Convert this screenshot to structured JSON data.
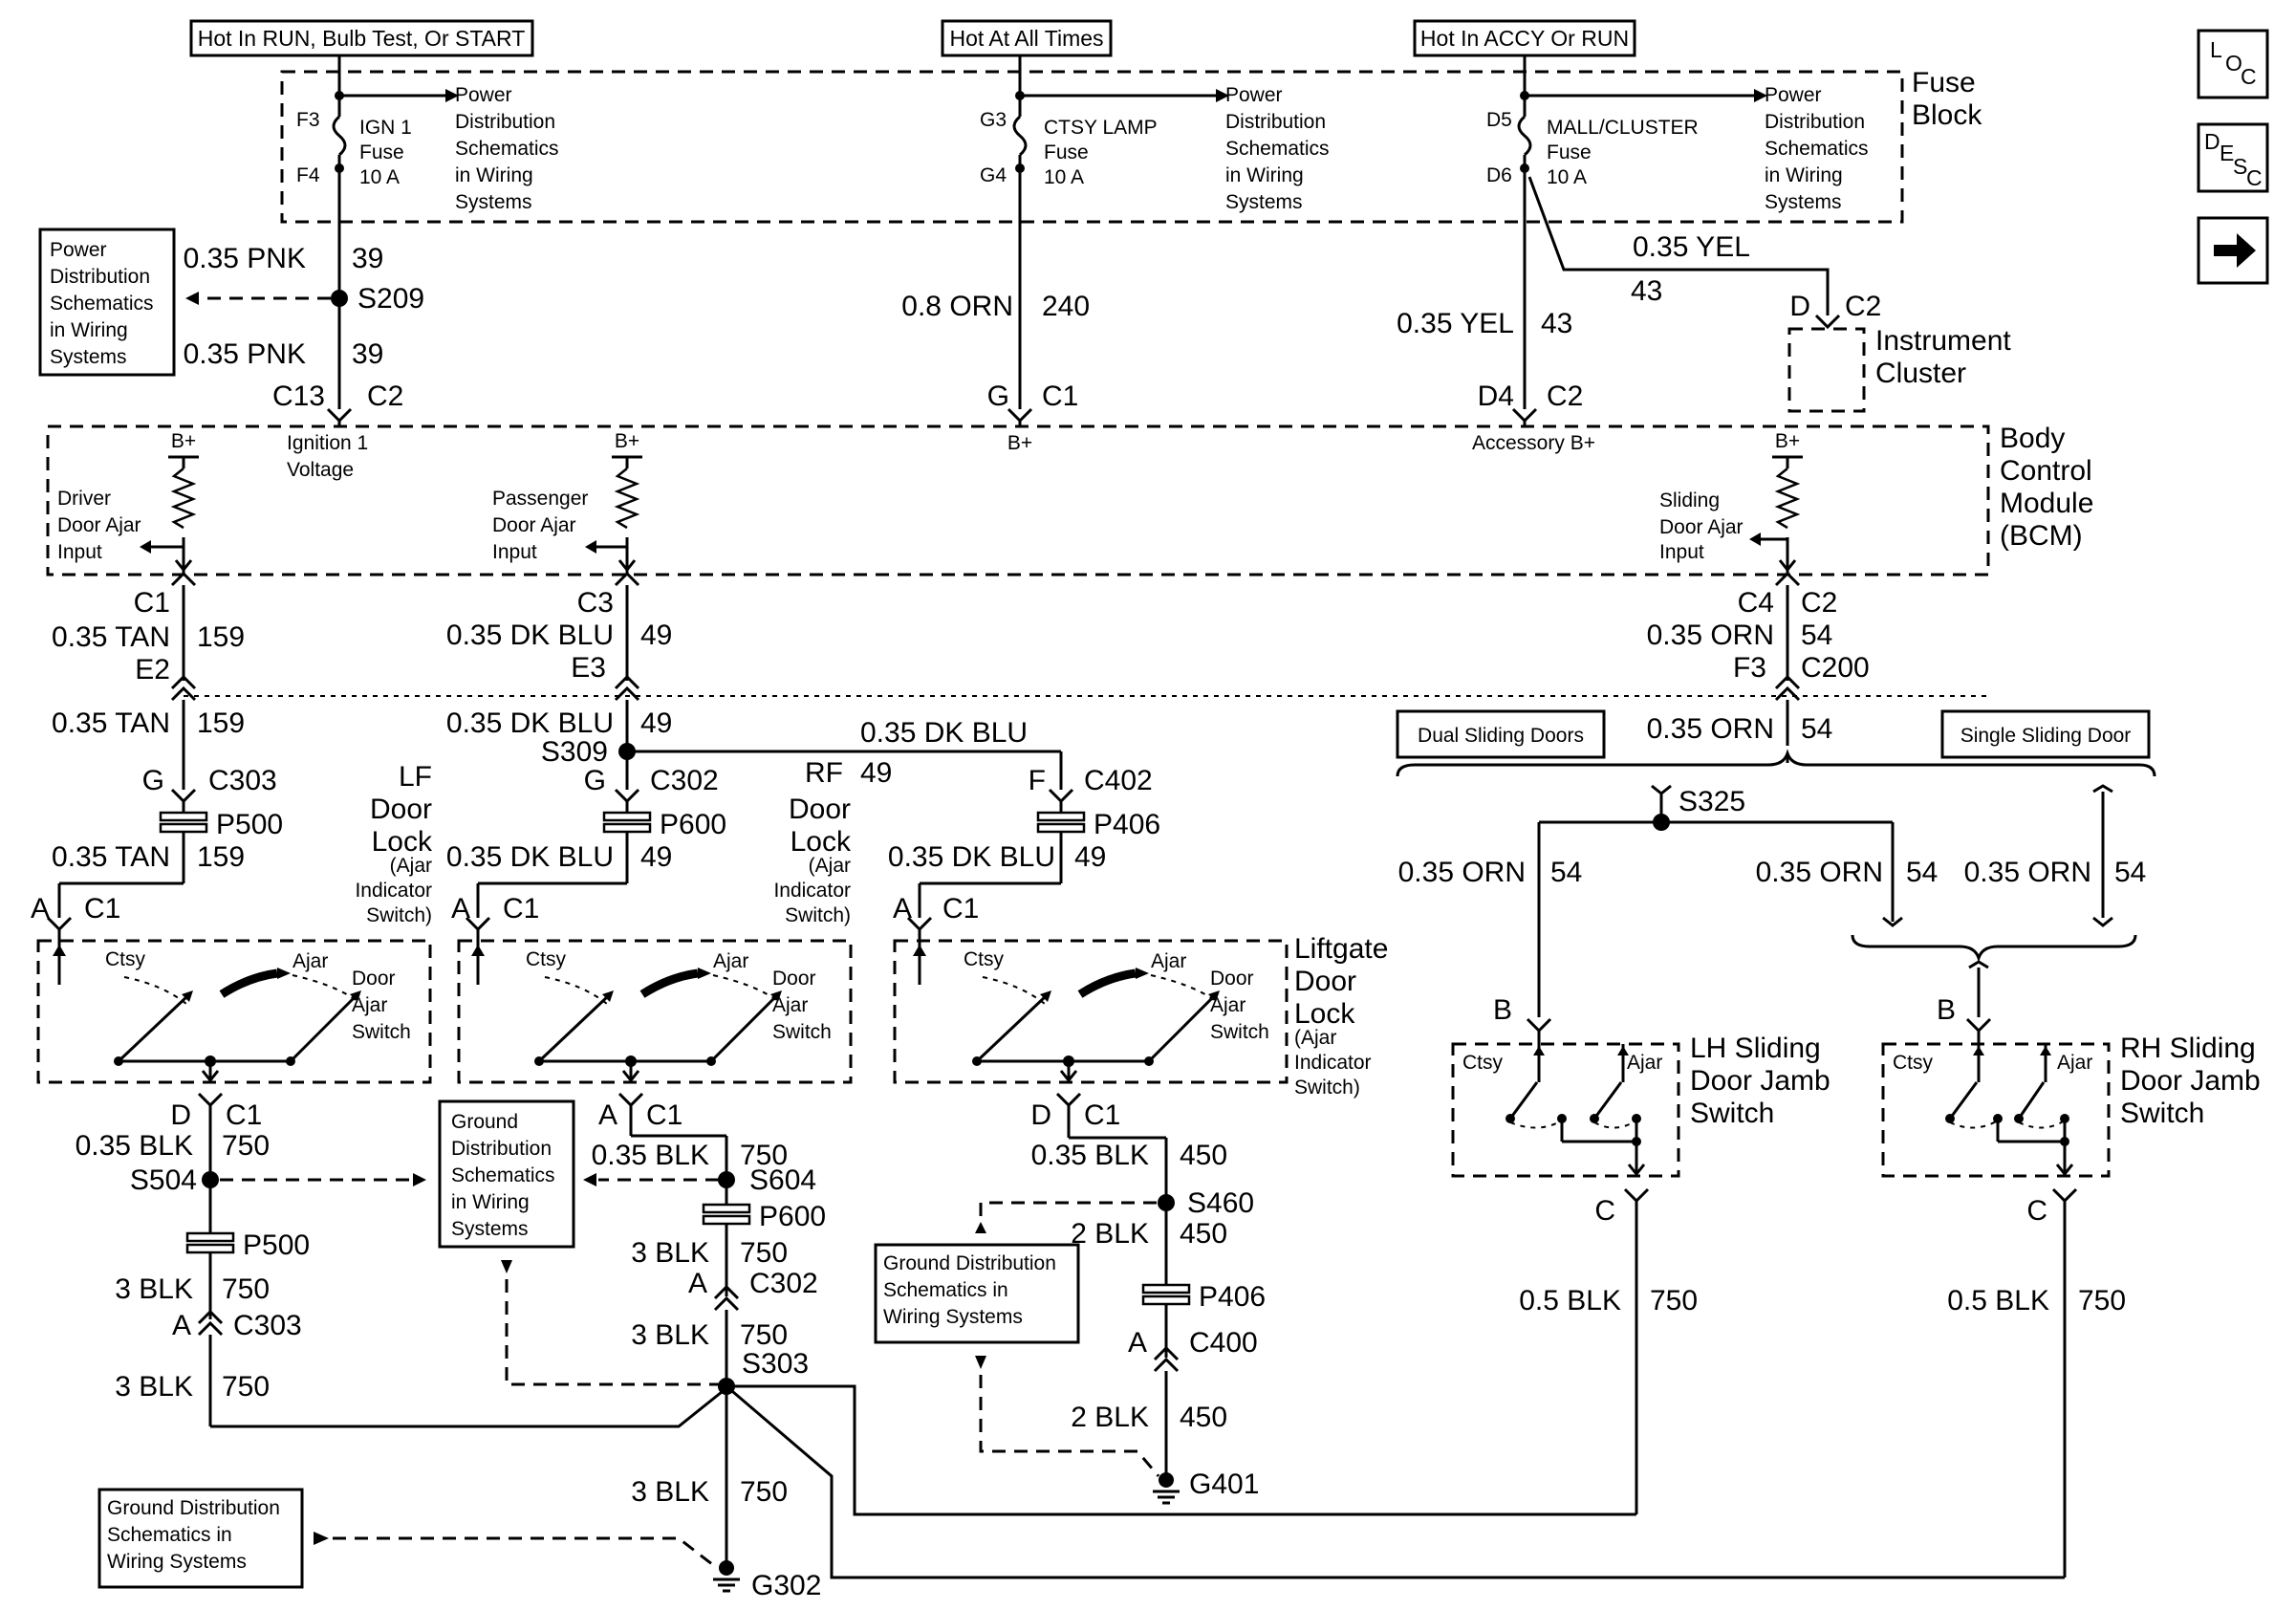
{
  "header": {
    "hot_run": "Hot In RUN, Bulb Test, Or START",
    "hot_all": "Hot At All Times",
    "hot_accy": "Hot In ACCY Or RUN"
  },
  "nav": {
    "loc_l": "L",
    "loc_o": "O",
    "loc_c": "C",
    "desc_d": "D",
    "desc_e": "E",
    "desc_s": "S",
    "desc_c": "C"
  },
  "fuse_block": {
    "title1": "Fuse",
    "title2": "Block",
    "f3": "F3",
    "f4": "F4",
    "g3": "G3",
    "g4": "G4",
    "d5": "D5",
    "d6": "D6",
    "ign_l1": "IGN 1",
    "ign_l2": "Fuse",
    "ign_l3": "10 A",
    "ctsy_l1": "CTSY LAMP",
    "ctsy_l2": "Fuse",
    "ctsy_l3": "10 A",
    "mall_l1": "MALL/CLUSTER",
    "mall_l2": "Fuse",
    "mall_l3": "10 A",
    "pd1": "Power",
    "pd2": "Distribution",
    "pd3": "Schematics",
    "pd4": "in Wiring",
    "pd5": "Systems"
  },
  "power_box": {
    "l1": "Power",
    "l2": "Distribution",
    "l3": "Schematics",
    "l4": "in Wiring",
    "l5": "Systems"
  },
  "wires_top": {
    "pnk1": "0.35 PNK",
    "n39a": "39",
    "s209": "S209",
    "pnk2": "0.35 PNK",
    "n39b": "39",
    "c13": "C13",
    "c2a": "C2",
    "orn08": "0.8 ORN",
    "n240": "240",
    "g": "G",
    "c1a": "C1",
    "yel1": "0.35 YEL",
    "n43a": "43",
    "d4": "D4",
    "c2b": "C2",
    "yel2": "0.35 YEL",
    "n43b": "43",
    "d": "D",
    "c2c": "C2",
    "ic1": "Instrument",
    "ic2": "Cluster"
  },
  "bcm": {
    "t1": "Body",
    "t2": "Control",
    "t3": "Module",
    "t4": "(BCM)",
    "ign1": "Ignition 1",
    "ign2": "Voltage",
    "bplus": "B+",
    "accb": "Accessory B+",
    "drv1": "Driver",
    "drv2": "Door Ajar",
    "drv3": "Input",
    "pas1": "Passenger",
    "pas2": "Door Ajar",
    "pas3": "Input",
    "sld1": "Sliding",
    "sld2": "Door Ajar",
    "sld3": "Input"
  },
  "mid": {
    "c1": "C1",
    "tan": "0.35 TAN",
    "n159": "159",
    "e2": "E2",
    "c3": "C3",
    "dkblu": "0.35 DK BLU",
    "n49": "49",
    "e3": "E3",
    "c4": "C4",
    "c2": "C2",
    "orn": "0.35 ORN",
    "n54": "54",
    "f3": "F3",
    "c200": "C200",
    "s309": "S309",
    "g": "G",
    "c302": "C302",
    "c303": "C303",
    "f": "F",
    "c402": "C402",
    "p500": "P500",
    "p600": "P600",
    "p406": "P406",
    "a": "A",
    "dual": "Dual Sliding Doors",
    "single": "Single Sliding Door",
    "s325": "S325",
    "b": "B"
  },
  "locks": {
    "lf1": "LF",
    "lf2": "Door",
    "lf3": "Lock",
    "lf4": "(Ajar",
    "lf5": "Indicator",
    "lf6": "Switch)",
    "rf1": "RF",
    "rf2": "Door",
    "rf3": "Lock",
    "lg1": "Liftgate",
    "lg2": "Door",
    "lg3": "Lock",
    "ctsy": "Ctsy",
    "ajar": "Ajar",
    "das1": "Door",
    "das2": "Ajar",
    "das3": "Switch"
  },
  "jamb": {
    "lh1": "LH Sliding",
    "rh1": "RH Sliding",
    "j2": "Door Jamb",
    "j3": "Switch",
    "ctsy": "Ctsy",
    "ajar": "Ajar",
    "c": "C",
    "blk05": "0.5 BLK",
    "n750": "750"
  },
  "ground": {
    "d": "D",
    "c1": "C1",
    "blk035": "0.35 BLK",
    "n750": "750",
    "n450": "450",
    "s504": "S504",
    "s604": "S604",
    "s460": "S460",
    "s303": "S303",
    "p500": "P500",
    "p600": "P600",
    "p406": "P406",
    "blk3": "3 BLK",
    "blk2": "2 BLK",
    "a": "A",
    "c303": "C303",
    "c302": "C302",
    "c400": "C400",
    "g302": "G302",
    "g401": "G401",
    "gd1": "Ground",
    "gd2": "Distribution",
    "gd3": "Schematics",
    "gd4": "in Wiring",
    "gd5": "Systems",
    "gda1": "Ground Distribution",
    "gda2": "Schematics in",
    "gda3": "Wiring Systems"
  }
}
